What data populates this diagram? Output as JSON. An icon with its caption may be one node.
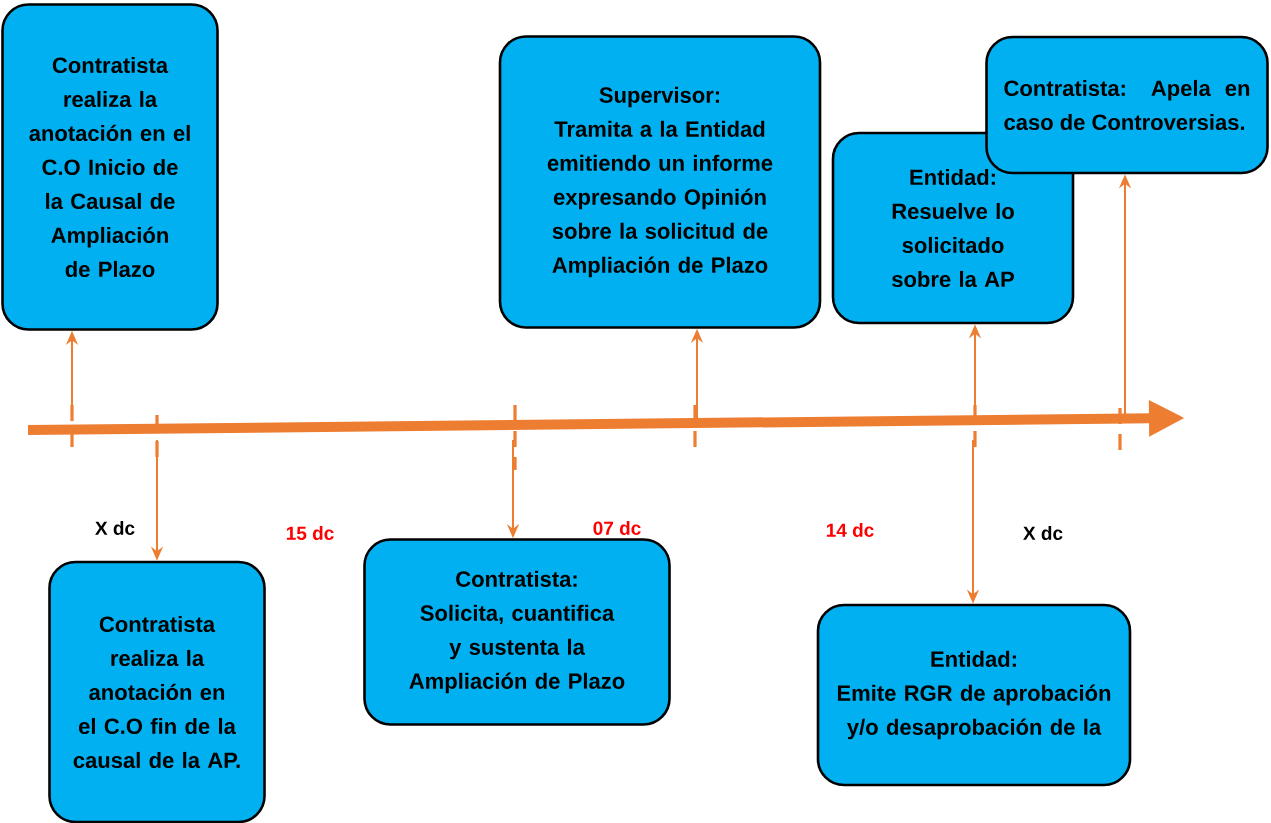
{
  "diagram": {
    "nodes": [
      {
        "text": [
          "Contratista realiza la anotación en el C.O Inicio de la Causal de Ampliación de Plazo"
        ]
      },
      {
        "text": [
          "Contratista realiza la anotación en el C.O fin de la causal de la AP."
        ]
      },
      {
        "text": [
          "Supervisor:",
          "Tramita a la Entidad emitiendo un informe expresando Opinión sobre la solicitud de Ampliación de Plazo"
        ]
      },
      {
        "text": [
          "Contratista:",
          "Solicita, cuantifica y sustenta la Ampliación de Plazo"
        ]
      },
      {
        "text": [
          "Entidad:",
          "Resuelve lo solicitado sobre la AP"
        ]
      },
      {
        "text": [
          "Entidad:",
          "Emite RGR de aprobación y/o desaprobación de la"
        ]
      },
      {
        "text": [
          "Contratista: Apela en caso de Controversias."
        ]
      }
    ],
    "edges": [
      {
        "from": null,
        "to": 0,
        "arrow": "to"
      },
      {
        "from": null,
        "to": 1,
        "arrow": "to"
      },
      {
        "from": null,
        "to": 3,
        "arrow": "to"
      },
      {
        "from": null,
        "to": 2,
        "arrow": "to"
      },
      {
        "from": null,
        "to": 4,
        "arrow": "to"
      },
      {
        "from": null,
        "to": 5,
        "arrow": "to"
      },
      {
        "from": null,
        "to": 6,
        "arrow": "to"
      }
    ],
    "labels": [
      "X dc",
      "15 dc",
      "07 dc",
      "14 dc",
      "X dc"
    ]
  }
}
